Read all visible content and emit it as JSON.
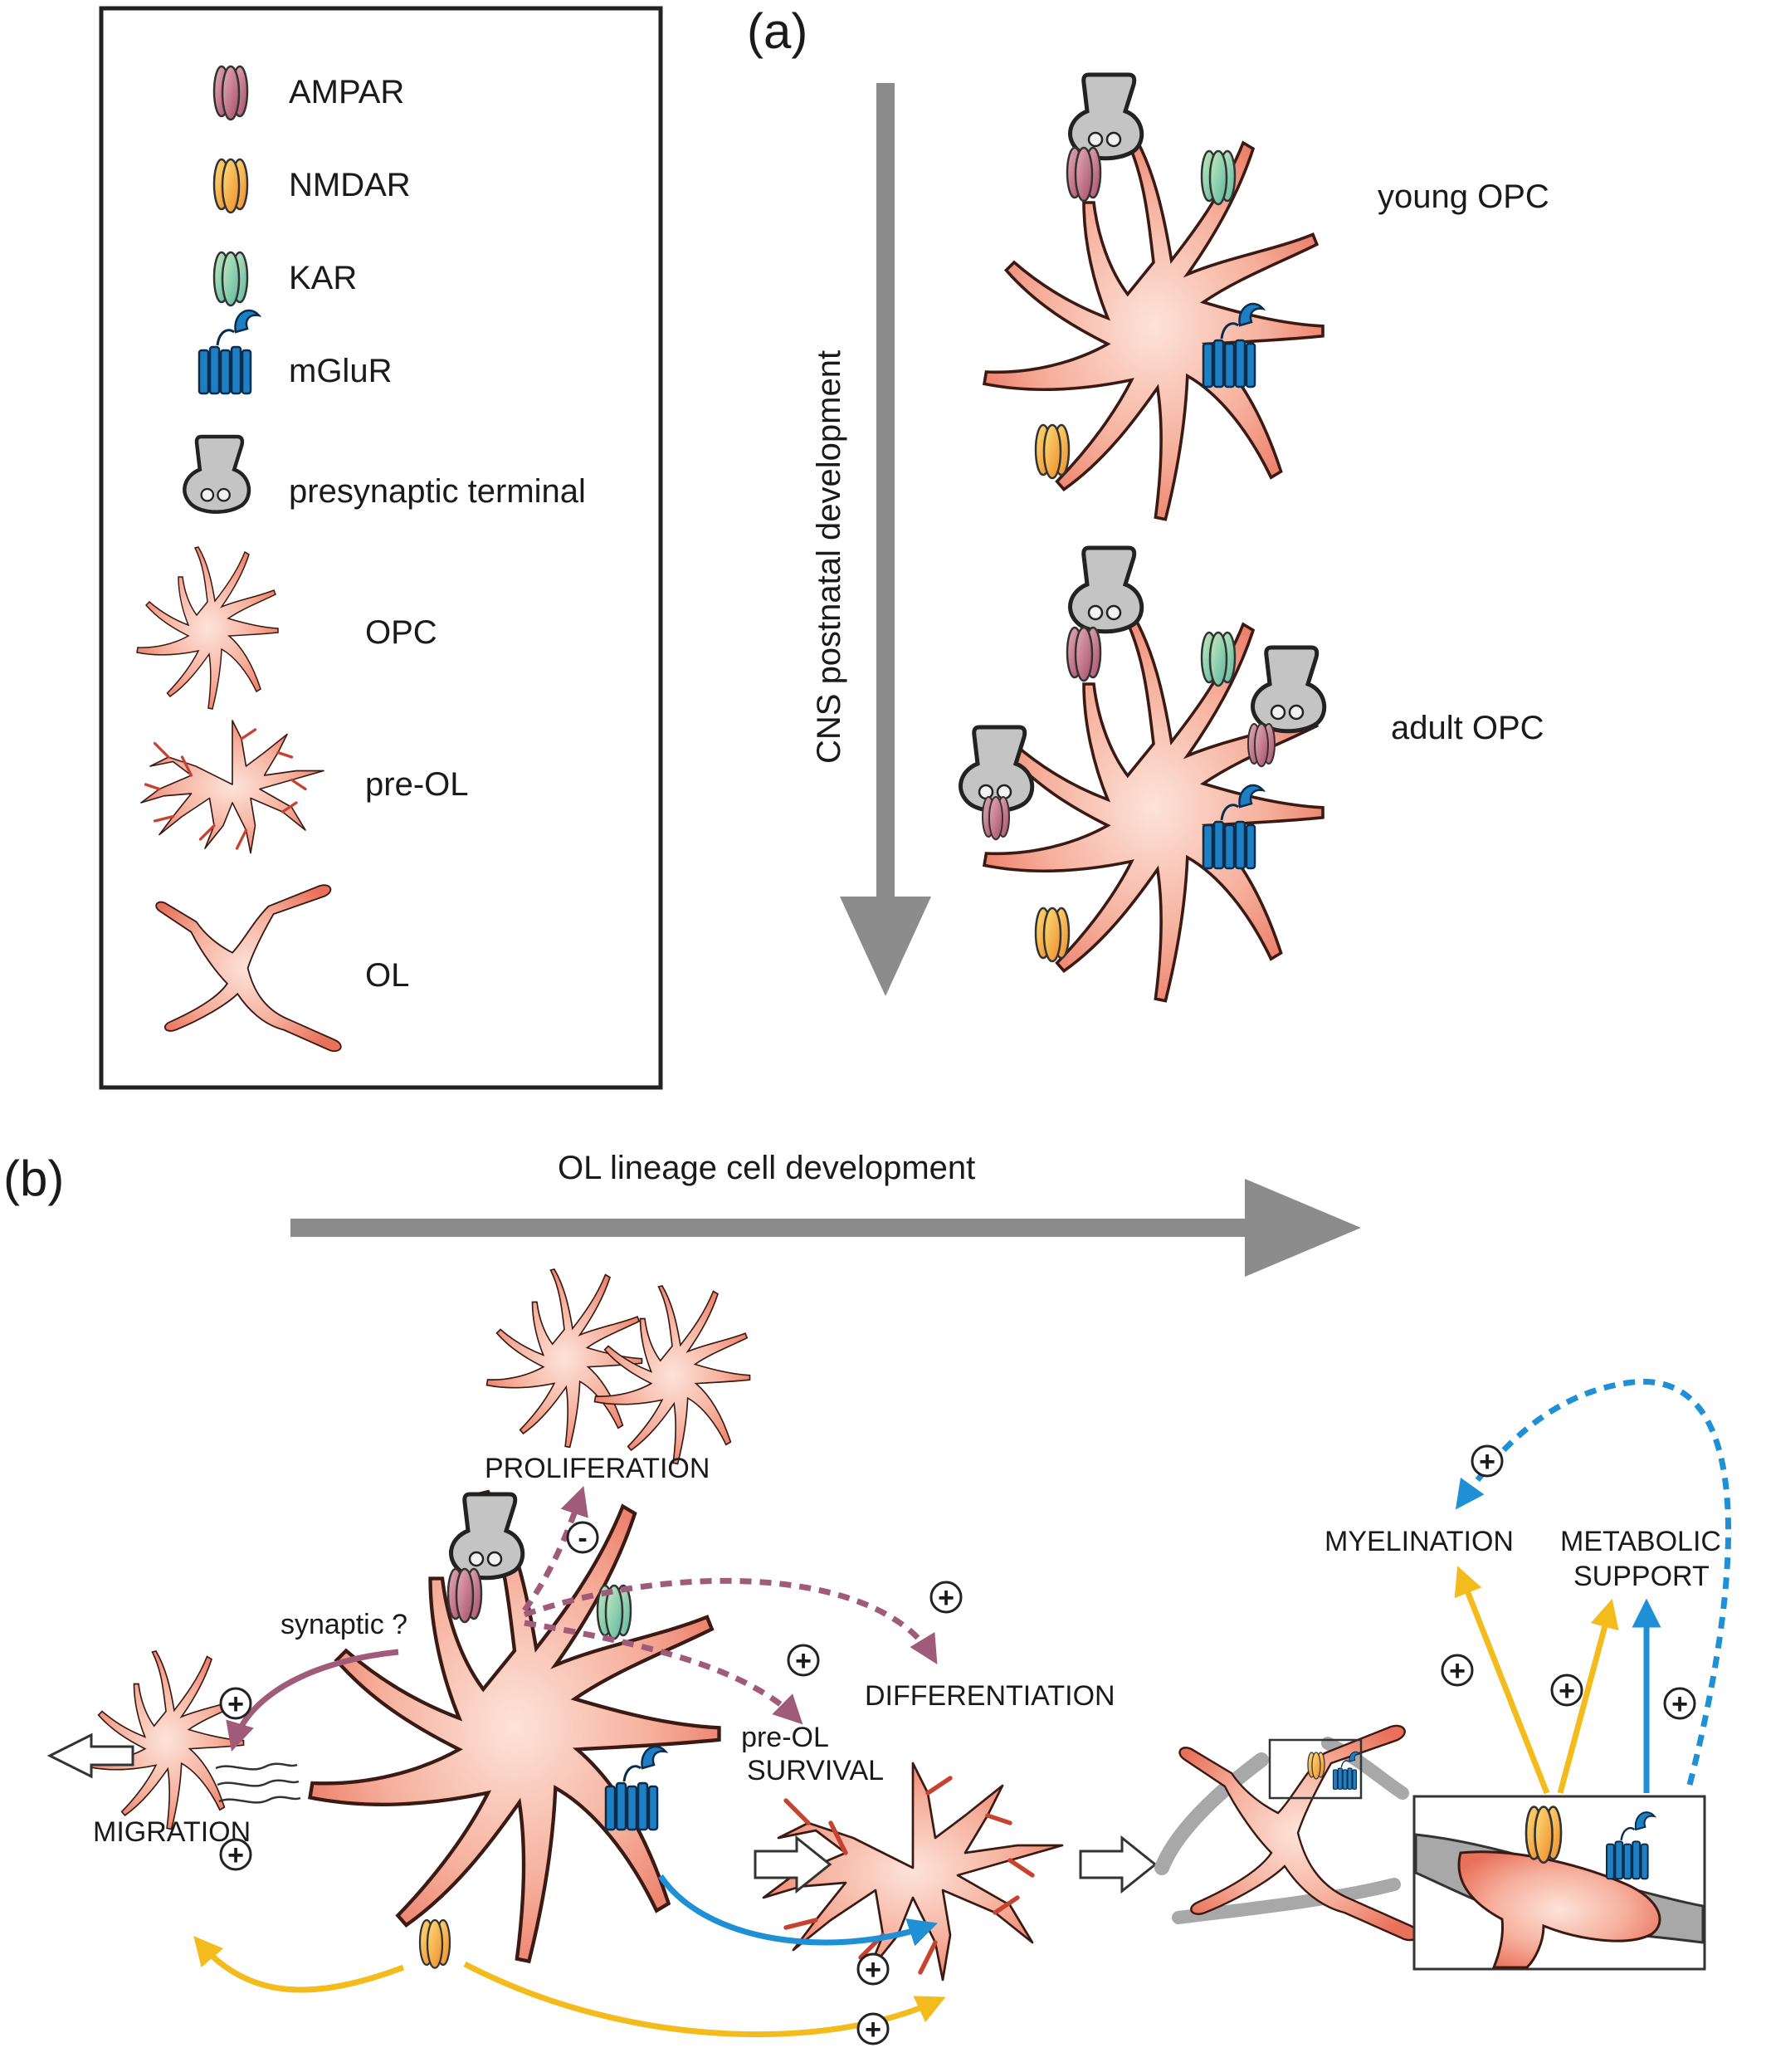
{
  "colors": {
    "ampar": "#c27a8a",
    "nmdar": "#f2b13a",
    "kar": "#8fcfa6",
    "mglur": "#1d7fc4",
    "terminal": "#b9b9b9",
    "cell_fill": "#f49a82",
    "cell_stroke": "#3a1a12",
    "myelin": "#a8a8a8",
    "arrow_grey": "#8c8c8c",
    "arrow_purple": "#a05a7a",
    "arrow_yellow": "#f3bc1c",
    "arrow_blue": "#1f8fd6"
  },
  "legend": {
    "ampar": "AMPAR",
    "nmdar": "NMDAR",
    "kar": "KAR",
    "mglur": "mGluR",
    "terminal": "presynaptic terminal",
    "opc": "OPC",
    "preol": "pre-OL",
    "ol": "OL"
  },
  "panel_a": {
    "label": "(a)",
    "axis_label": "CNS postnatal development",
    "young": "young OPC",
    "adult": "adult OPC"
  },
  "panel_b": {
    "label": "(b)",
    "axis_label": "OL lineage cell development",
    "proliferation": "PROLIFERATION",
    "synaptic": "synaptic ?",
    "differentiation": "DIFFERENTIATION",
    "preol_1": "pre-OL",
    "preol_2": "SURVIVAL",
    "migration": "MIGRATION",
    "myelination": "MYELINATION",
    "metabolic_1": "METABOLIC",
    "metabolic_2": "SUPPORT",
    "plus": "+",
    "minus": "-"
  }
}
